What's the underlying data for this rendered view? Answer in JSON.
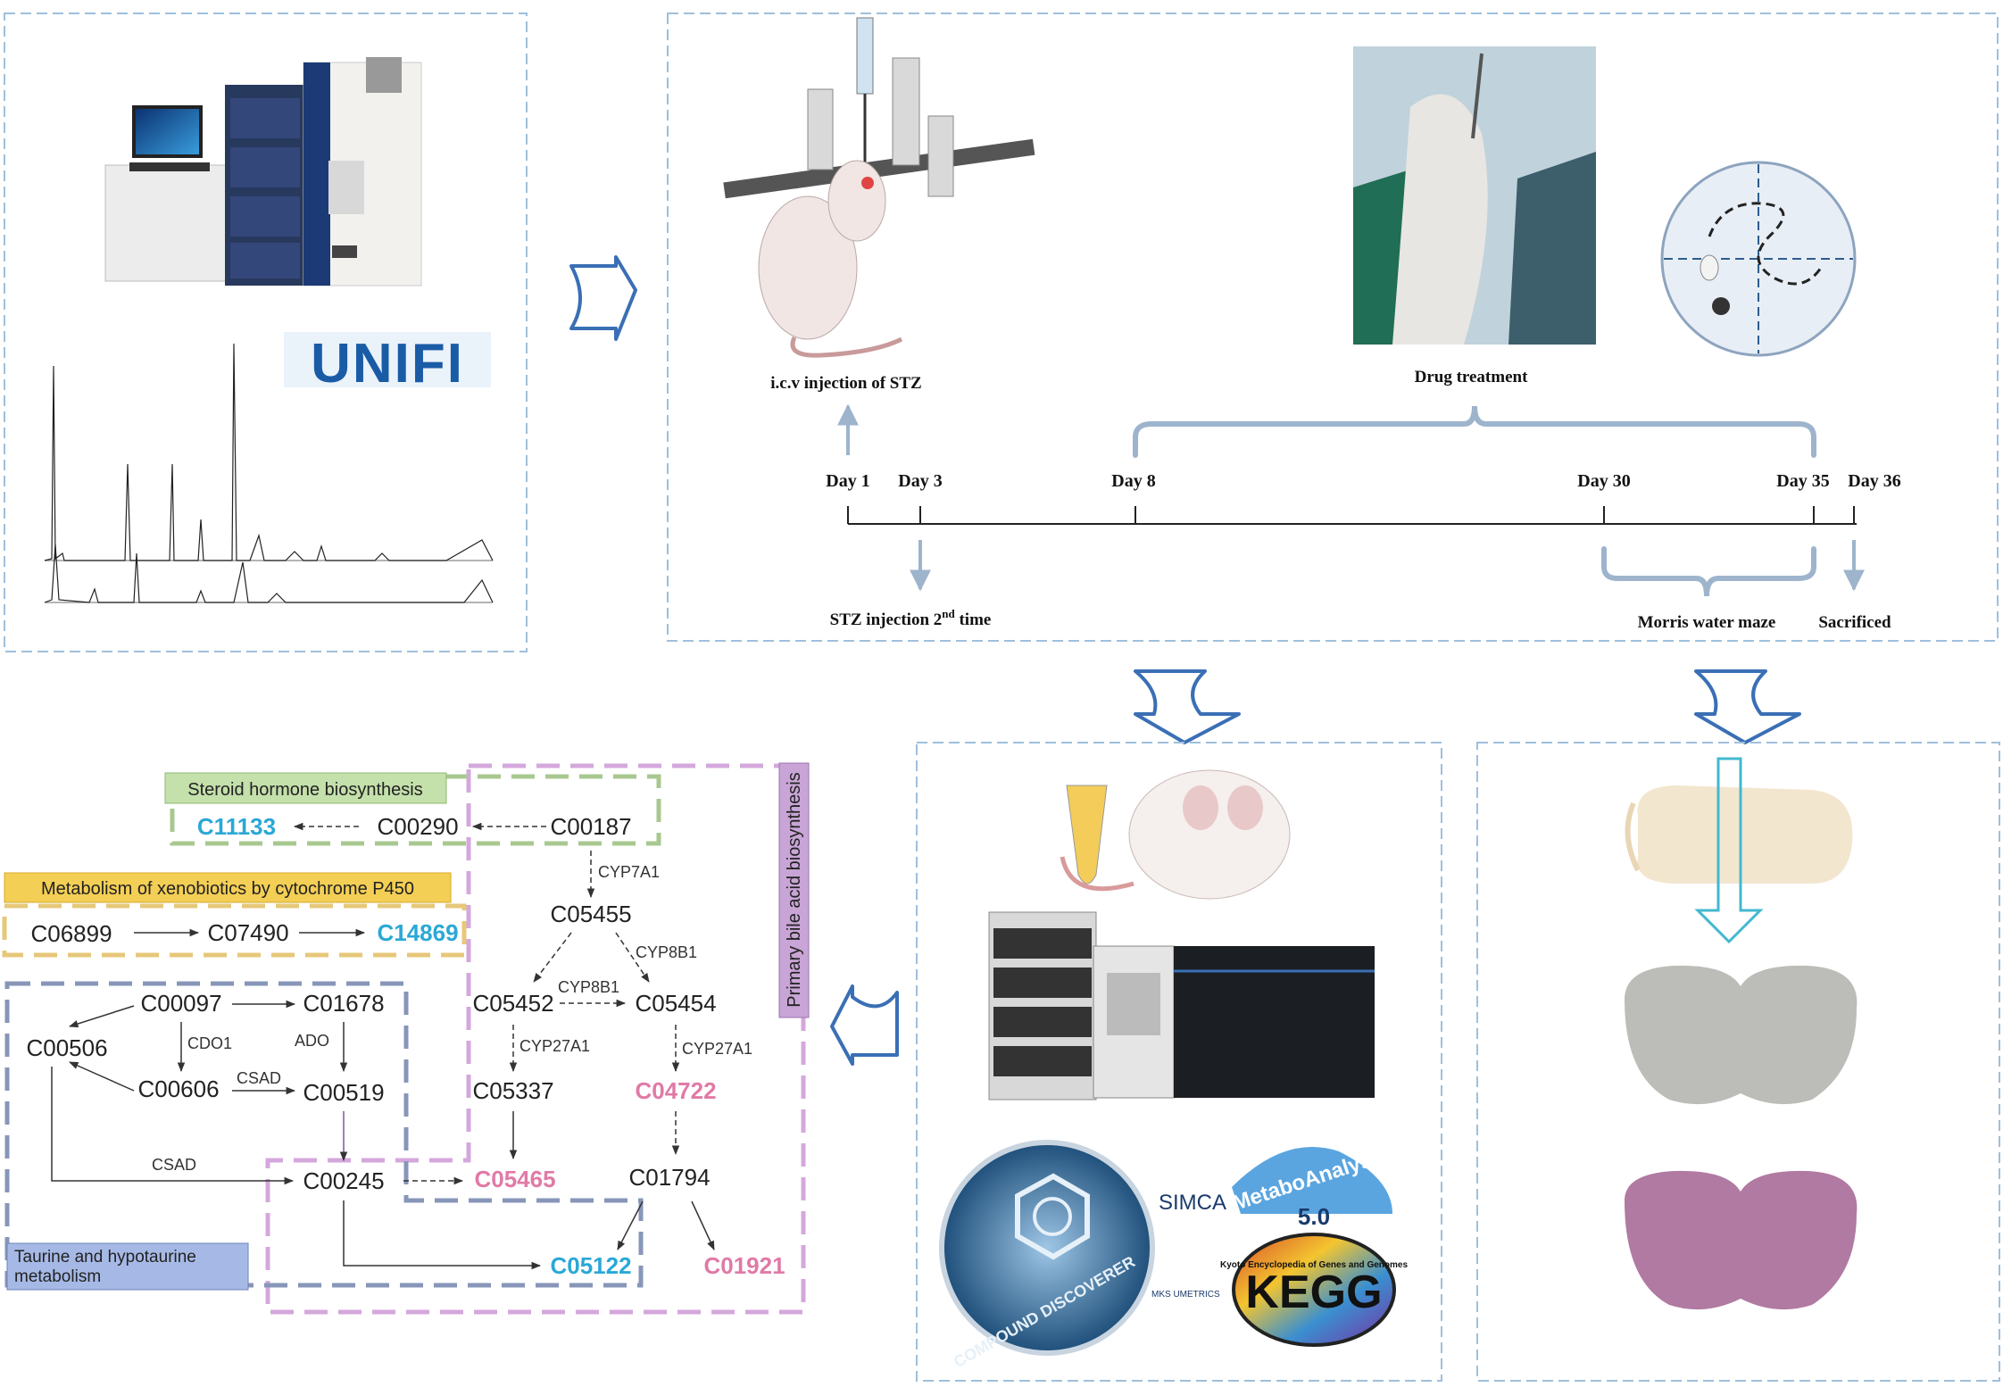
{
  "colors": {
    "panel_border": "#9fbfdc",
    "flow_arrow": "#3a6fb5",
    "timeline_brace": "#9db4cc",
    "steroid_box": "#b8d8a0",
    "steroid_border": "#a8c890",
    "xeno_box": "#f2c74a",
    "xeno_border": "#e6c87a",
    "taurine_box": "#9cb3e0",
    "taurine_border": "#8796b8",
    "bile_box": "#c8a5d6",
    "bile_border": "#d4a8dc",
    "cyan_cpd": "#2aa8d6",
    "pink_cpd": "#e07aa6"
  },
  "timeline": {
    "days": [
      {
        "id": "d1",
        "label": "Day 1"
      },
      {
        "id": "d3",
        "label": "Day 3"
      },
      {
        "id": "d8",
        "label": "Day 8"
      },
      {
        "id": "d30",
        "label": "Day 30"
      },
      {
        "id": "d35",
        "label": "Day 35"
      },
      {
        "id": "d36",
        "label": "Day 36"
      }
    ],
    "icv": "i.c.v injection of STZ",
    "drug": "Drug treatment",
    "stz2_main": "STZ injection 2",
    "stz2_sup": "nd",
    "stz2_end": " time",
    "mwm": "Morris water maze",
    "sac": "Sacrificed"
  },
  "instrument": {
    "software_logo": "UNIFI"
  },
  "software_logos": {
    "compound_discoverer": "COMPOUND DISCOVERER",
    "simca": "SIMCA",
    "mks": "MKS UMETRICS",
    "metaboanalyst": "MetaboAnalyst",
    "metaboanalyst_version": "5.0",
    "kegg": "KEGG",
    "kegg_tagline": "Kyoto Encyclopedia of Genes and Genomes"
  },
  "pathway": {
    "steroid_label": "Steroid hormone biosynthesis",
    "xeno_label": "Metabolism of xenobiotics by cytochrome P450",
    "taurine_label": "Taurine and hypotaurine\nmetabolism",
    "bile_label": "Primary bile acid biosynthesis",
    "compounds": {
      "C11133": "C11133",
      "C00290": "C00290",
      "C00187": "C00187",
      "C06899": "C06899",
      "C07490": "C07490",
      "C14869": "C14869",
      "C05455": "C05455",
      "C05452": "C05452",
      "C05454": "C05454",
      "C00097": "C00097",
      "C01678": "C01678",
      "C00506": "C00506",
      "C00606": "C00606",
      "C00519": "C00519",
      "C05337": "C05337",
      "C04722": "C04722",
      "C00245": "C00245",
      "C05465": "C05465",
      "C01794": "C01794",
      "C05122": "C05122",
      "C01921": "C01921"
    },
    "enzymes": {
      "cyp7a1": "CYP7A1",
      "cyp8b1_a": "CYP8B1",
      "cyp8b1_b": "CYP8B1",
      "cyp27a1_a": "CYP27A1",
      "cyp27a1_b": "CYP27A1",
      "cdo1": "CDO1",
      "ado": "ADO",
      "csad_a": "CSAD",
      "csad_b": "CSAD"
    }
  }
}
